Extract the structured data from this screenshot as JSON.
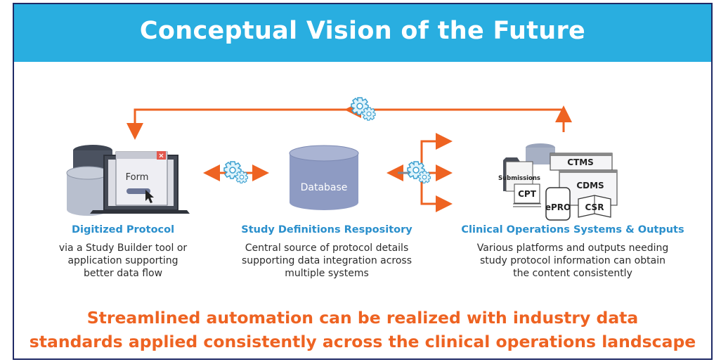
{
  "header": {
    "title": "Conceptual Vision of the Future"
  },
  "diagram": {
    "form_label": "Form",
    "database_label": "Database",
    "output_labels": {
      "submissions": "Submissions",
      "ctms": "CTMS",
      "cdms": "CDMS",
      "cpt": "CPT",
      "epro": "ePRO",
      "csr": "CSR"
    }
  },
  "columns": [
    {
      "title": "Digitized Protocol",
      "lines": [
        "via a Study Builder tool or",
        "application supporting",
        "better data flow"
      ]
    },
    {
      "title": "Study Definitions Respository",
      "lines": [
        "Central source of protocol details",
        "supporting data integration across",
        "multiple systems"
      ]
    },
    {
      "title": "Clinical Operations Systems & Outputs",
      "lines": [
        "Various platforms and outputs needing",
        "study protocol information can obtain",
        "the content consistently"
      ]
    }
  ],
  "tagline": {
    "line1": "Streamlined automation can be realized with industry data",
    "line2": "standards applied consistently across the clinical operations landscape"
  },
  "colors": {
    "header": "#29aee0",
    "accent": "#ee6322",
    "column_title": "#2a8fcc",
    "database": "#8e9bc3"
  }
}
